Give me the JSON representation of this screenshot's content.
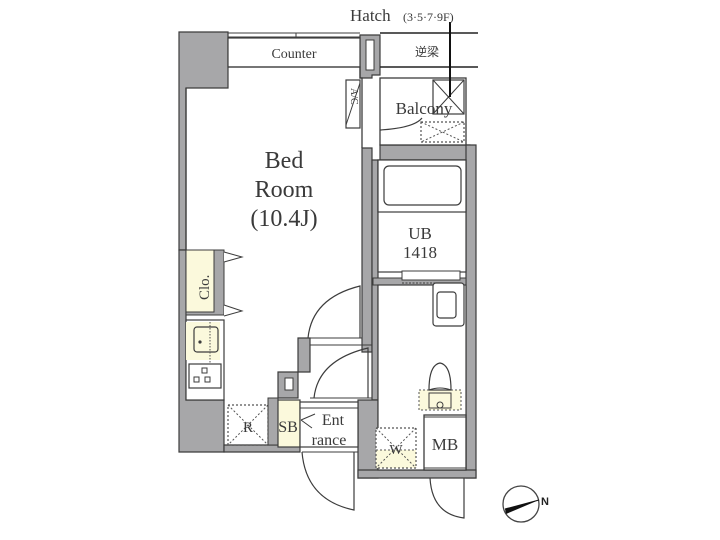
{
  "floor_plan": {
    "hatch_label": "Hatch",
    "hatch_floors": "(3·5·7·9F)",
    "beam_label": "逆梁",
    "rooms": {
      "counter": "Counter",
      "ac": "A/C",
      "balcony": "Balcony",
      "bedroom_line1": "Bed",
      "bedroom_line2": "Room",
      "bedroom_size": "(10.4J)",
      "unit_bath_line1": "UB",
      "unit_bath_line2": "1418",
      "closet": "Clo.",
      "refrigerator": "R",
      "shoe_box": "SB",
      "entrance_line1": "Ent",
      "entrance_line2": "rance",
      "washer": "W",
      "meter_box": "MB"
    },
    "compass": {
      "label": "N"
    },
    "colors": {
      "wall": "#a7a7a9",
      "wall_outline": "#3c3c3c",
      "storage_fill": "#fbf9dc",
      "floor": "#ffffff"
    }
  }
}
